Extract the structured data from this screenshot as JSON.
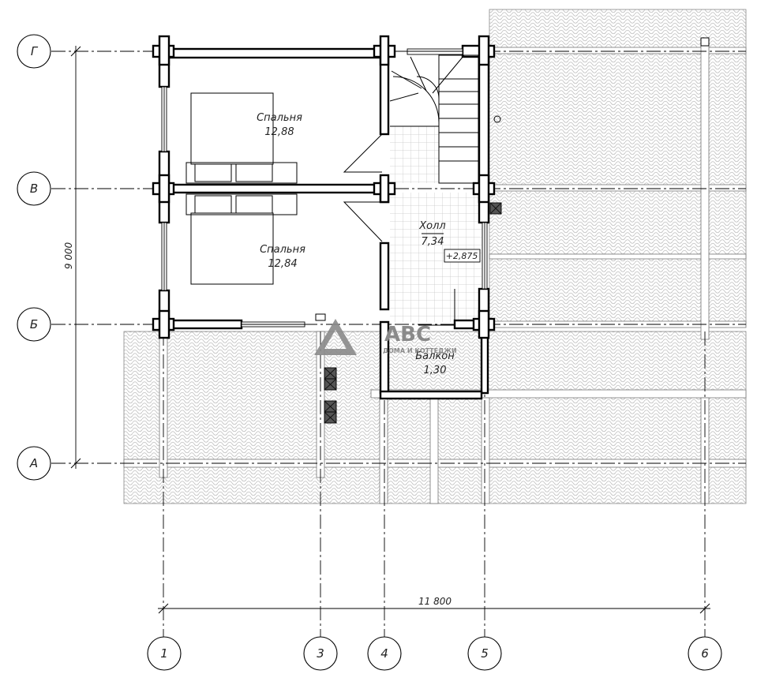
{
  "axes": {
    "letters": [
      "Г",
      "В",
      "Б",
      "А"
    ],
    "numbers": [
      "1",
      "3",
      "4",
      "5",
      "6"
    ]
  },
  "dimensions": {
    "width": "11 800",
    "depth": "9 000"
  },
  "rooms": {
    "bedroom_top": {
      "name": "Спальня",
      "area": "12,88"
    },
    "bedroom_bottom": {
      "name": "Спальня",
      "area": "12,84"
    },
    "hall": {
      "name": "Холл",
      "area": "7,34",
      "level": "+2,875"
    },
    "balcony": {
      "name": "Балкон",
      "area": "1,30"
    }
  },
  "logo": {
    "name": "ABC",
    "tagline": "ДОМА И КОТТЕДЖИ"
  },
  "colors": {
    "line": "#000000",
    "roof_tile": "#bdbdbd",
    "floor_grid": "#c8c8c8",
    "logo": "#8a8a8a"
  }
}
